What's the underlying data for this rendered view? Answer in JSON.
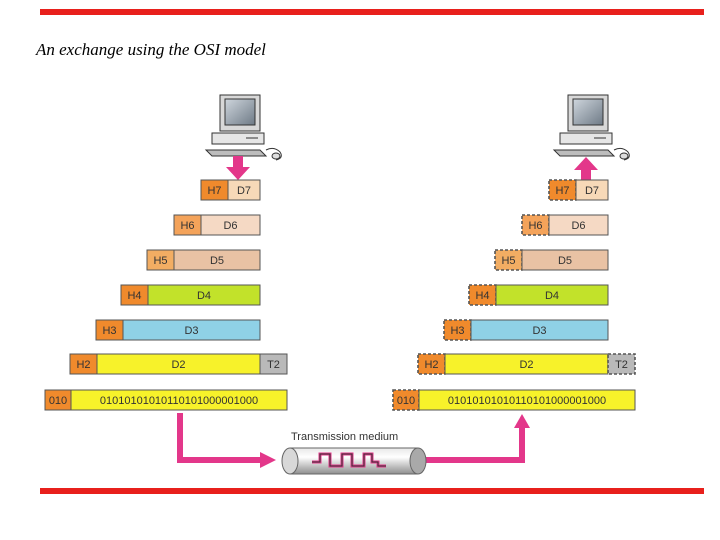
{
  "title": "An exchange using the OSI model",
  "colors": {
    "red_bar": "#e8201c",
    "h7": "#f08a2c",
    "d7": "#f7d9b8",
    "h6": "#f4a35a",
    "d6": "#f5d9c4",
    "h5": "#f2ad63",
    "d5": "#e9c2a4",
    "h4": "#f08a2c",
    "d4": "#c2e22a",
    "h3": "#f08a2c",
    "d3": "#8fd1e6",
    "h2": "#f08a2c",
    "d2": "#f7f22a",
    "t2": "#b9b9b9",
    "bits_header": "#f08a2c",
    "bits_body": "#f7f22a",
    "arrow": "#e3378a"
  },
  "sender": {
    "layers": [
      {
        "h": "H7",
        "d": "D7"
      },
      {
        "h": "H6",
        "d": "D6"
      },
      {
        "h": "H5",
        "d": "D5"
      },
      {
        "h": "H4",
        "d": "D4"
      },
      {
        "h": "H3",
        "d": "D3"
      },
      {
        "h": "H2",
        "d": "D2",
        "t": "T2"
      }
    ],
    "bits_prefix": "010",
    "bits": "01010101010110101000001000"
  },
  "receiver": {
    "layers": [
      {
        "h": "H7",
        "d": "D7"
      },
      {
        "h": "H6",
        "d": "D6"
      },
      {
        "h": "H5",
        "d": "D5"
      },
      {
        "h": "H4",
        "d": "D4"
      },
      {
        "h": "H3",
        "d": "D3"
      },
      {
        "h": "H2",
        "d": "D2",
        "t": "T2"
      }
    ],
    "bits_prefix": "010",
    "bits": "01010101010110101000001000"
  },
  "medium_label": "Transmission medium",
  "icons": [
    "computer-icon",
    "down-arrow-icon",
    "up-arrow-icon",
    "transmission-pipe-icon",
    "signal-wave-icon"
  ]
}
